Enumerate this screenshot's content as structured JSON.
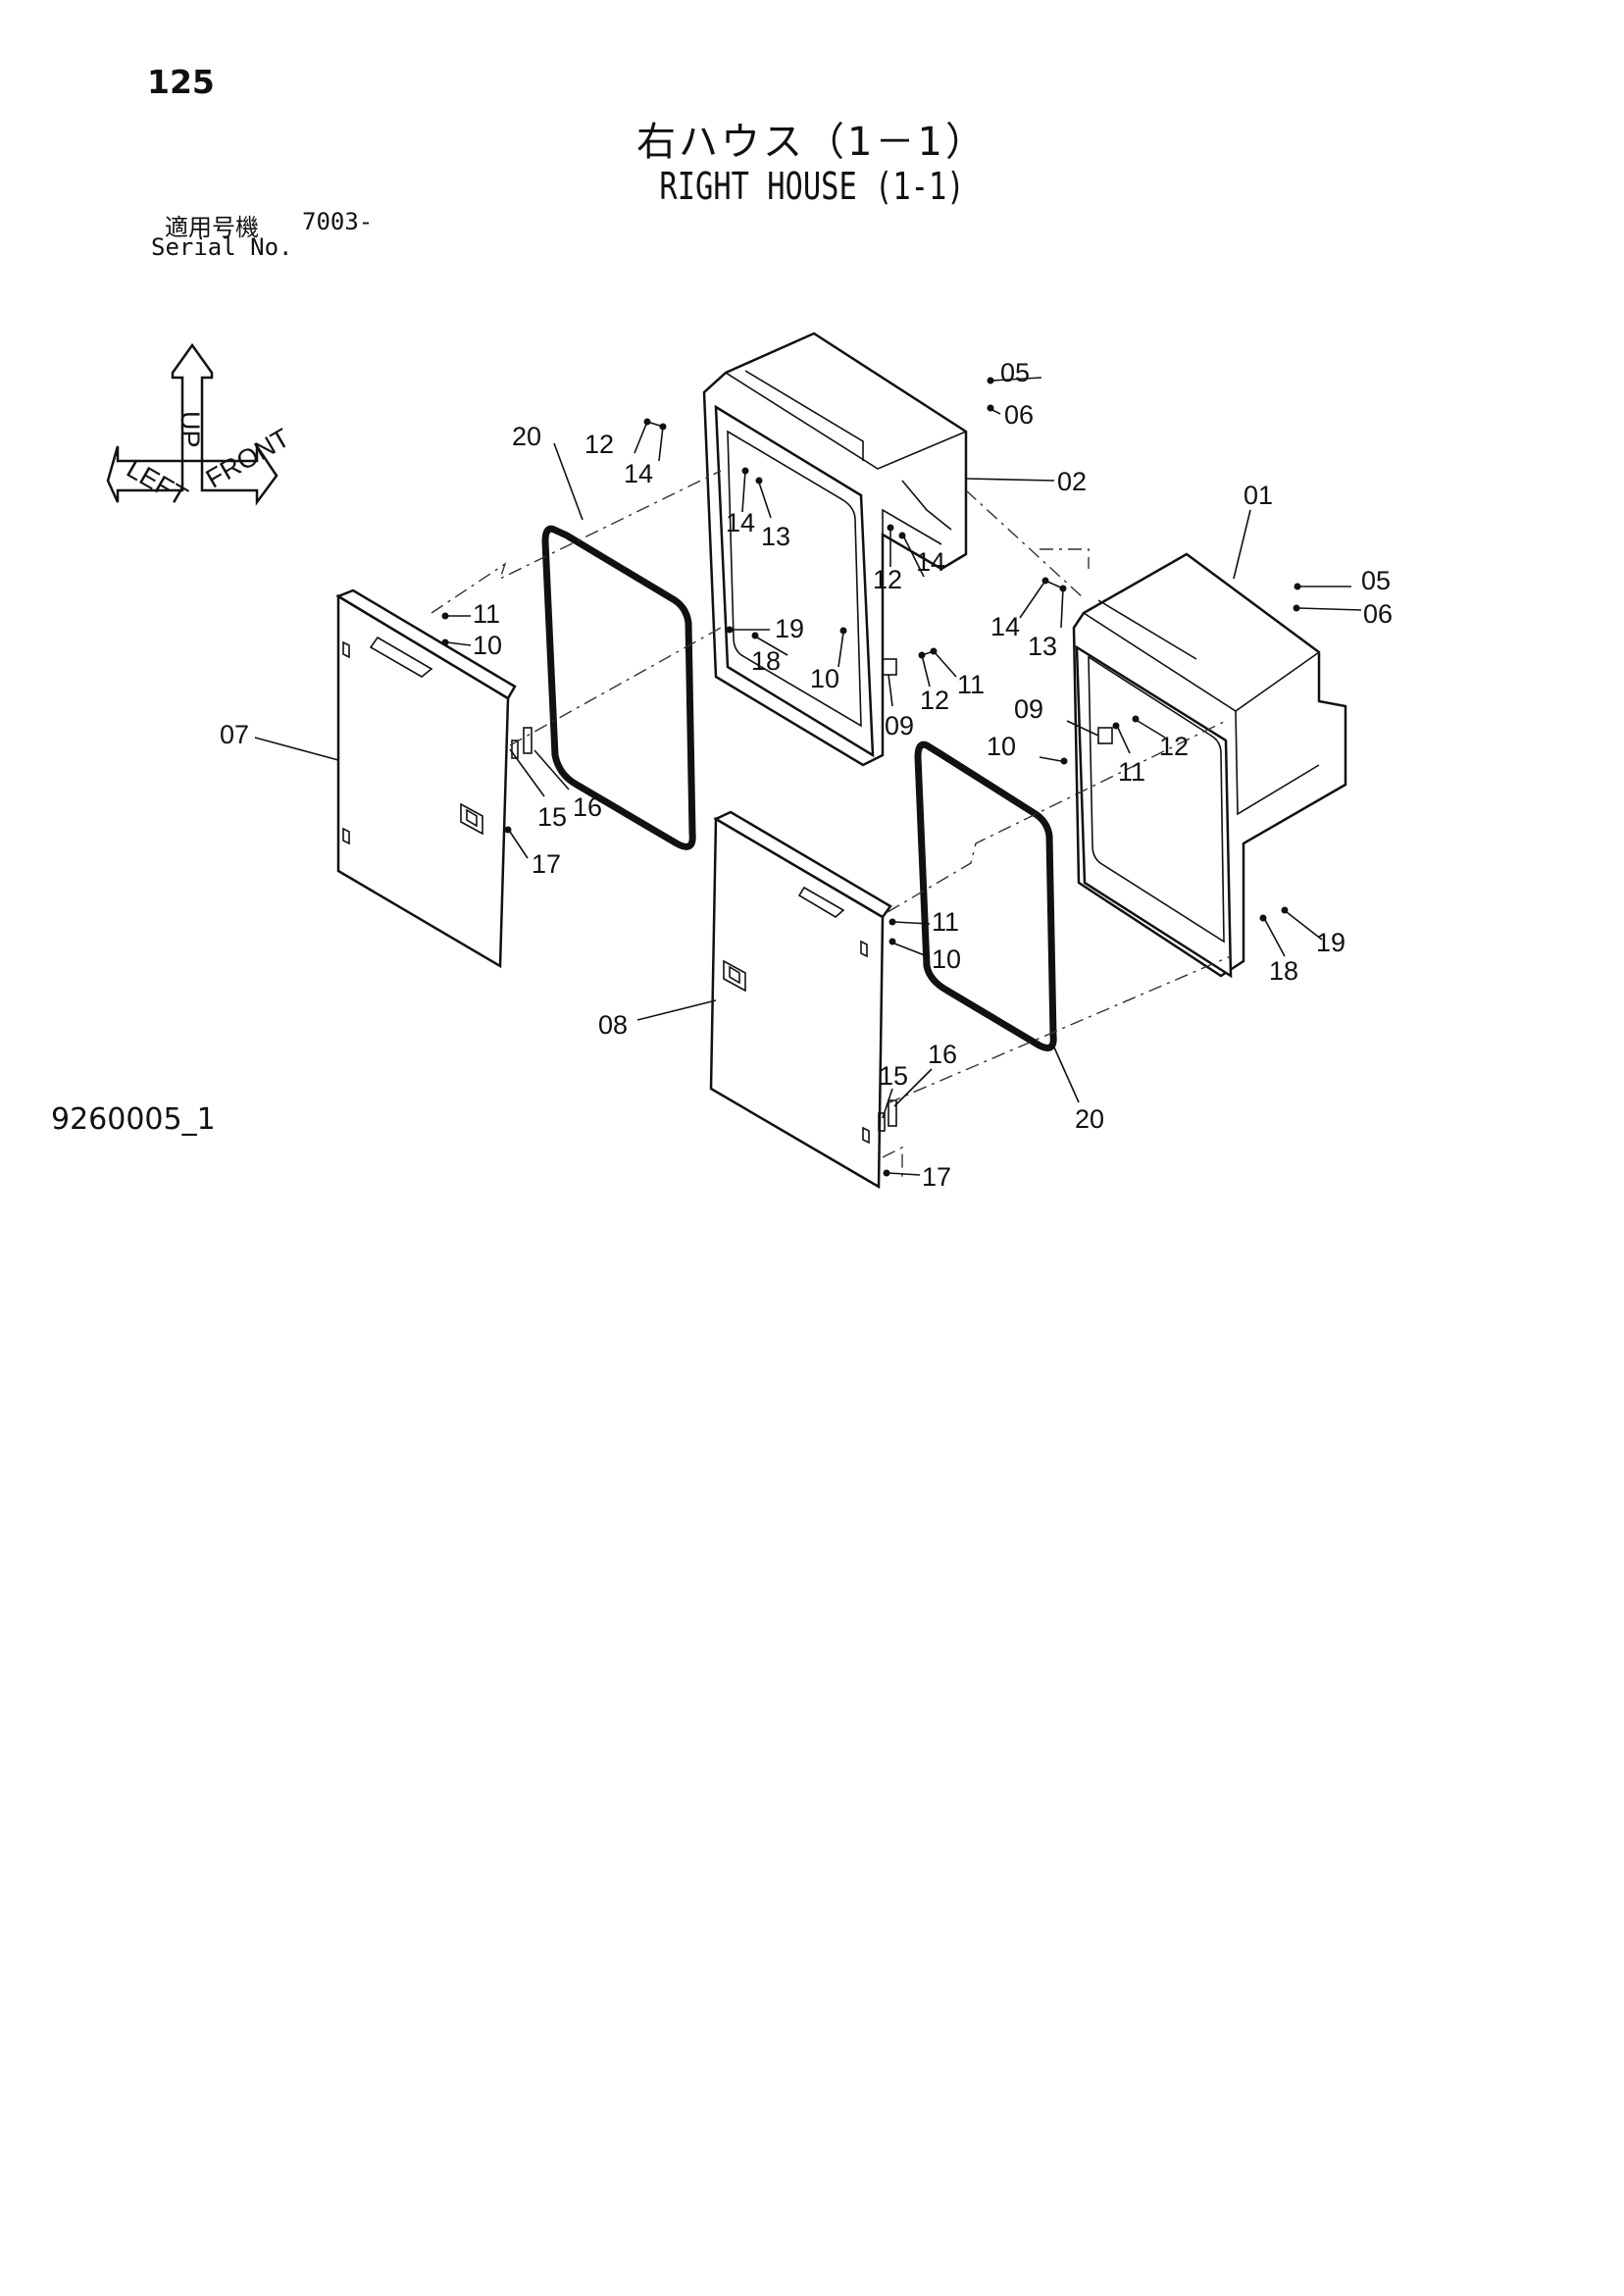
{
  "header": {
    "page_number": "125",
    "title_jp": "右ハウス（1－1）",
    "title_en": "RIGHT HOUSE (1-1)"
  },
  "serial": {
    "label_jp": "適用号機",
    "label_en": "Serial No.",
    "value": "7003-"
  },
  "footer": {
    "drawing_id": "9260005_1"
  },
  "orientation_icon": {
    "labels": [
      "UP",
      "LEFT",
      "FRONT"
    ]
  },
  "callouts": {
    "c01": "01",
    "c02": "02",
    "c05a": "05",
    "c06a": "06",
    "c05b": "05",
    "c06b": "06",
    "c07": "07",
    "c08": "08",
    "c09a": "09",
    "c09b": "09",
    "c10a": "10",
    "c10b": "10",
    "c10c": "10",
    "c10d": "10",
    "c11a": "11",
    "c11b": "11",
    "c11c": "11",
    "c11d": "11",
    "c12a": "12",
    "c12b": "12",
    "c12c": "12",
    "c12d": "12",
    "c13a": "13",
    "c13b": "13",
    "c14a": "14",
    "c14b": "14",
    "c14c": "14",
    "c14d": "14",
    "c15a": "15",
    "c15b": "15",
    "c16a": "16",
    "c16b": "16",
    "c17a": "17",
    "c17b": "17",
    "c18a": "18",
    "c18b": "18",
    "c19a": "19",
    "c19b": "19",
    "c20a": "20",
    "c20b": "20"
  }
}
